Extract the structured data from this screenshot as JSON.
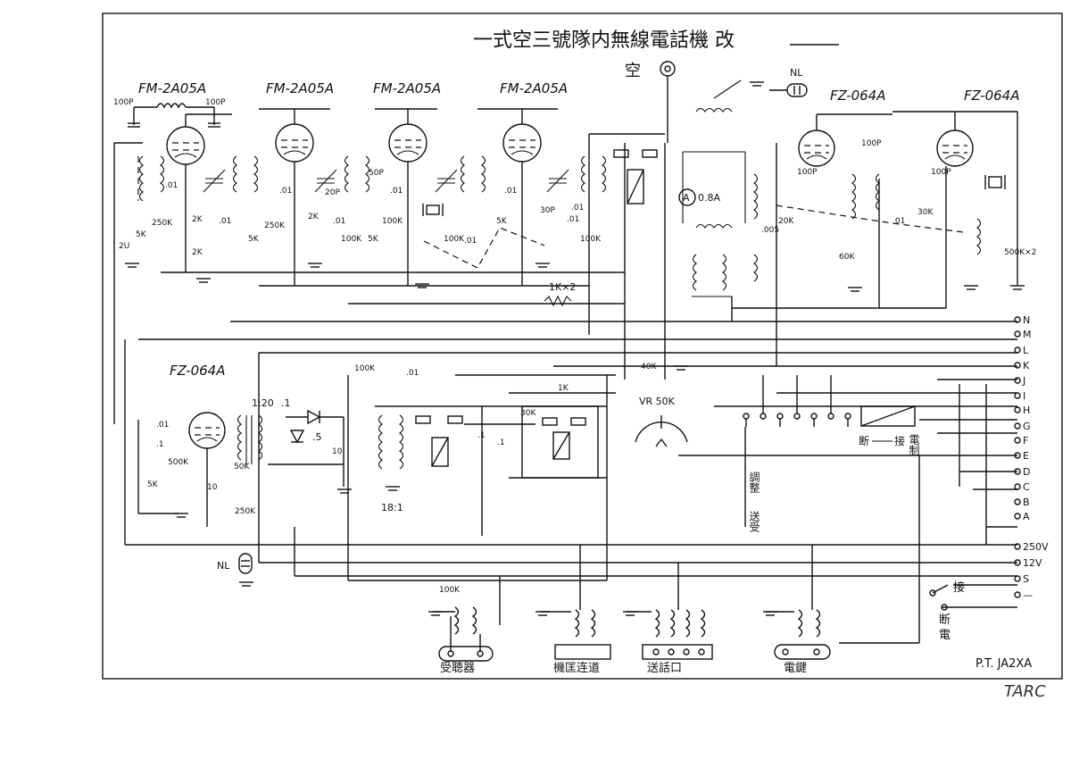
{
  "diagram": {
    "title": "一式空三號隊内無線電話機 改",
    "subtitle": "空",
    "author": "P.T. JA2XA",
    "corner_mark": "TARC",
    "tubes": {
      "rf1": "FM-2A05A",
      "rf2": "FM-2A05A",
      "rf3": "FM-2A05A",
      "det": "FM-2A05A",
      "osc1": "FZ-064A",
      "osc2": "FZ-064A",
      "af": "FZ-064A"
    },
    "neon_top": "NL",
    "neon_bottom": "NL",
    "meter": "A",
    "meter_value": "0.8A",
    "components": {
      "c100p_1": "100P",
      "c100p_2": "100P",
      "c100p_3": "100P",
      "c100p_4": "100P",
      "c100p_5": "100P",
      "c01_a": ".01",
      "c01_b": ".01",
      "c01_c": ".01",
      "c01_d": ".01",
      "c01_e": ".01",
      "c01_f": ".01",
      "c01_g": ".01",
      "c01_h": ".01",
      "c01_i": ".01",
      "c01_j": ".01",
      "c01_k": ".01",
      "c1_a": ".1",
      "c1_b": ".1",
      "c1_c": ".1",
      "c1_d": ".1",
      "c5": ".5",
      "c005": ".005",
      "c20p": "20P",
      "c50p": "50P",
      "c30p": "30P",
      "c10": "10",
      "c2u": "2U",
      "r250k_a": "250K",
      "r250k_b": "250K",
      "r250k_c": "250K",
      "r5k_a": "5K",
      "r5k_b": "5K",
      "r5k_c": "5K",
      "r5k_d": "5K",
      "r2k_a": "2K",
      "r2k_b": "2K",
      "r2k_c": "2K",
      "r100k_a": "100K",
      "r100k_b": "100K",
      "r100k_c": "100K",
      "r100k_d": "100K",
      "r100k_e": "100K",
      "r100k_f": "100K",
      "r1kx2": "1K×2",
      "r500kx2": "500K×2",
      "r20k": "20K",
      "r30k_a": "30K",
      "r30k_b": "30K",
      "r60k": "60K",
      "r40k": "40K",
      "r1k": "1K",
      "r500k": "500K",
      "r50k": "50K",
      "vr": "VR 50K",
      "x1_20": "1:20",
      "x18_1": "18:1"
    },
    "switch_labels": {
      "adj": "調整",
      "send": "送受",
      "relay_break": "断",
      "relay_make": "接",
      "relay_side": "電制",
      "pwr_make": "接",
      "pwr_break": "断",
      "pwr_name": "電"
    },
    "terminals": [
      "N",
      "M",
      "L",
      "K",
      "J",
      "I",
      "H",
      "G",
      "F",
      "E",
      "D",
      "C",
      "B",
      "A",
      "250V",
      "12V",
      "S",
      "—"
    ],
    "plugs": {
      "receiver": "受聴器",
      "intercom": "機匡连道",
      "mic": "送話口",
      "key": "電鍵"
    }
  }
}
